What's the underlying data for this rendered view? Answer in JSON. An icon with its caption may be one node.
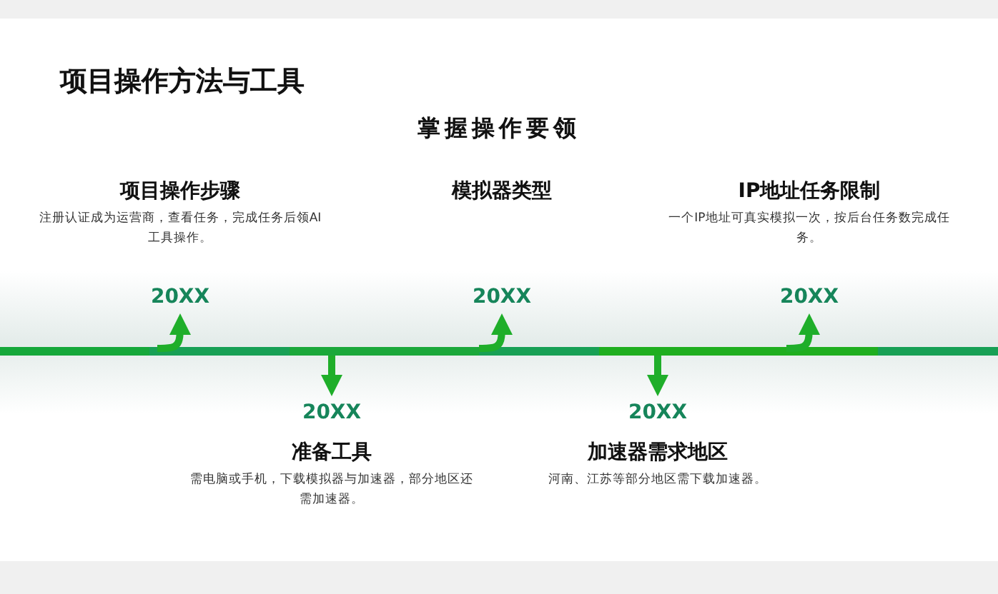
{
  "diagram": {
    "title": "项目操作方法与工具",
    "caption": "掌握操作要领",
    "nodes": [
      {
        "text": [],
        "shape": "bar"
      },
      {
        "text": [
          "项目操作步骤",
          "注册认证成为运营商，查看任务，完成任务后领AI工具操作。",
          "20XX"
        ]
      },
      {
        "text": [
          "20XX",
          "准备工具",
          "需电脑或手机，下载模拟器与加速器，部分地区还需加速器。"
        ]
      },
      {
        "text": [
          "模拟器类型",
          "20XX"
        ]
      },
      {
        "text": [
          "20XX",
          "加速器需求地区",
          "河南、江苏等部分地区需下载加速器。"
        ]
      },
      {
        "text": [
          "IP地址任务限制",
          "一个IP地址可真实模拟一次，按后台任务数完成任务。",
          "20XX"
        ]
      }
    ],
    "edges": [
      {
        "from": 0,
        "to": 1,
        "arrow": "to"
      },
      {
        "from": 0,
        "to": 2,
        "arrow": "to"
      },
      {
        "from": 0,
        "to": 3,
        "arrow": "to"
      },
      {
        "from": 0,
        "to": 4,
        "arrow": "to"
      },
      {
        "from": 0,
        "to": 5,
        "arrow": "to"
      }
    ]
  }
}
